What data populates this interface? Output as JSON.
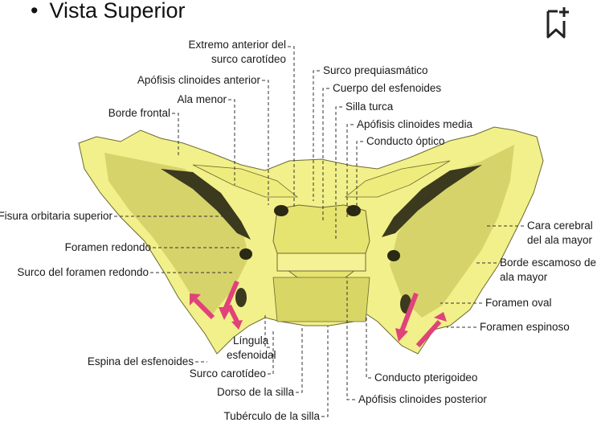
{
  "slide": {
    "title": "Vista Superior",
    "bookmark_icon": "bookmark-add-icon"
  },
  "diagram": {
    "labels": {
      "extremo_anterior_1": "Extremo anterior del",
      "extremo_anterior_2": "surco carotídeo",
      "apofisis_clinoides_anterior": "Apófisis clinoides anterior",
      "ala_menor": "Ala menor",
      "borde_frontal": "Borde frontal",
      "surco_prequiasmatico": "Surco prequiasmático",
      "cuerpo_esfenoides": "Cuerpo del esfenoides",
      "silla_turca": "Silla turca",
      "apofisis_clinoides_media": "Apófisis clinoides media",
      "conducto_optico": "Conducto óptico",
      "fisura_orbitaria_superior": "Fisura orbitaria superior",
      "foramen_redondo": "Foramen redondo",
      "surco_foramen_redondo": "Surco del foramen redondo",
      "cara_cerebral_1": "Cara cerebral",
      "cara_cerebral_2": "del ala mayor",
      "borde_escamoso_1": "Borde escamoso de",
      "borde_escamoso_2": "ala mayor",
      "foramen_oval": "Foramen oval",
      "foramen_espinoso": "Foramen espinoso",
      "lingula_1": "Língula",
      "lingula_2": "esfenoidal",
      "espina_esfenoides": "Espina del esfenoides",
      "surco_carotideo": "Surco carotídeo",
      "dorso_silla": "Dorso de la silla",
      "tuberculo_silla": "Tubérculo de la silla",
      "conducto_pterigoideo": "Conducto pterigoideo",
      "apofisis_clinoides_posterior": "Apófisis clinoides posterior"
    },
    "colors": {
      "bone": "#f2f08a",
      "bone_shade": "#c9c65a",
      "shadow": "#3b3a1e",
      "arrow": "#e0427a"
    }
  }
}
